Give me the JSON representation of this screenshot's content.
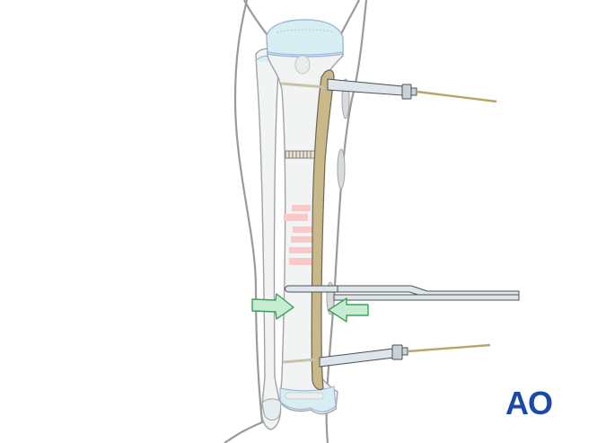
{
  "figure": {
    "subject": "Tibial shaft fracture reduction with medial plate, pointed reduction clamp and drill guides",
    "background": "#ffffff"
  },
  "elements": {
    "leg_outline": {
      "label": "leg-outline",
      "color": "#9a9a9a"
    },
    "tibia": {
      "label": "tibia",
      "fill": "#f2f3f3",
      "cartilage": "#d7eef2"
    },
    "fibula": {
      "label": "fibula",
      "fill": "#f2f3f3"
    },
    "plate": {
      "label": "plate",
      "fill": "#c9b98a",
      "stroke": "#6e6650"
    },
    "fracture_zone": {
      "label": "fracture-zone-marks",
      "color": "#f8c9c6",
      "count": 6
    },
    "drill_guide_top": {
      "label": "drill-guide-proximal"
    },
    "drill_guide_bottom": {
      "label": "drill-guide-distal"
    },
    "reduction_clamp": {
      "label": "reduction-clamp"
    },
    "compression_arrows": {
      "label": "compression-arrows",
      "fill": "#c8ecd2",
      "stroke": "#3aa25a",
      "count": 2
    },
    "lag_screw": {
      "label": "lag-screw"
    }
  },
  "logo": {
    "text": "AO",
    "color": "#1a4aa8"
  }
}
